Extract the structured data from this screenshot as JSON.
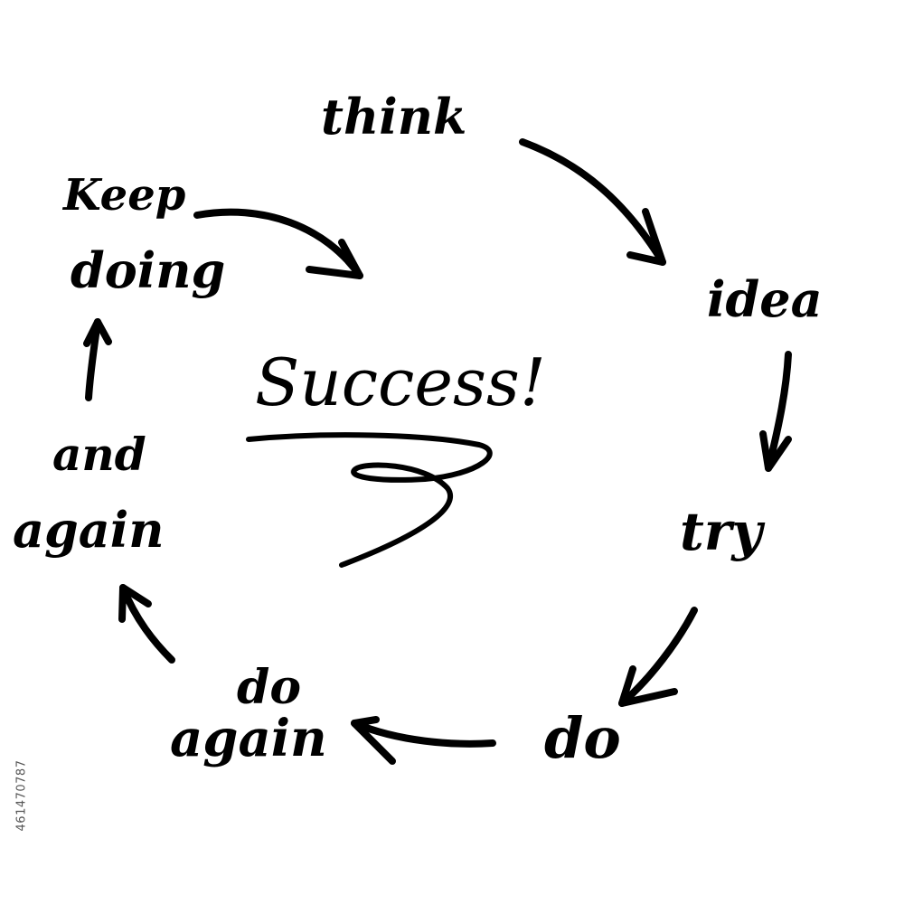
{
  "diagram": {
    "center": "Success!",
    "steps": {
      "think": "think",
      "idea": "idea",
      "try": "try",
      "do": "do",
      "do_again_line1": "do",
      "do_again_line2": "again",
      "and_again_line1": "and",
      "and_again_line2": "again",
      "keep_doing_line1": "Keep",
      "keep_doing_line2": "doing"
    }
  },
  "stock_id": "461470787",
  "colors": {
    "ink": "#000000",
    "background": "#ffffff"
  }
}
